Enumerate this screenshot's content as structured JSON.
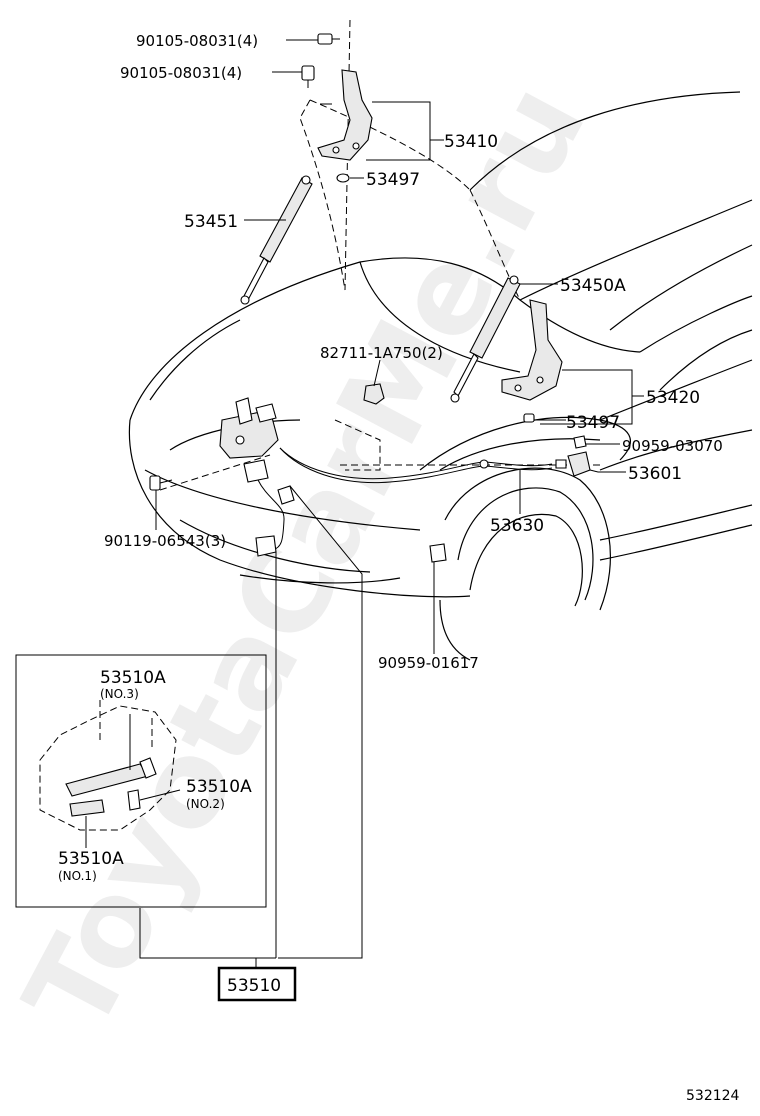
{
  "labels": {
    "bolt_a": "90105-08031(4)",
    "bolt_b": "90105-08031(4)",
    "hinge_upper": "53410",
    "cushion_upper": "53497",
    "stay_left": "53451",
    "stay_right": "53450A",
    "clip_hood": "82711-1A750(2)",
    "hinge_lower": "53420",
    "cushion_lower": "53497",
    "clamp_right": "90959-03070",
    "lever": "53601",
    "cable": "53630",
    "screw_latch": "90119-06543(3)",
    "clamp_lower": "90959-01617",
    "latch_assy": "53510",
    "sub_no3_part": "53510A",
    "sub_no3_note": "(NO.3)",
    "sub_no2_part": "53510A",
    "sub_no2_note": "(NO.2)",
    "sub_no1_part": "53510A",
    "sub_no1_note": "(NO.1)",
    "figure_number": "532124"
  },
  "watermark": "ToyotaCarMe.ru",
  "colors": {
    "line": "#000000",
    "watermark": "#d9d9d9",
    "background": "#ffffff"
  }
}
